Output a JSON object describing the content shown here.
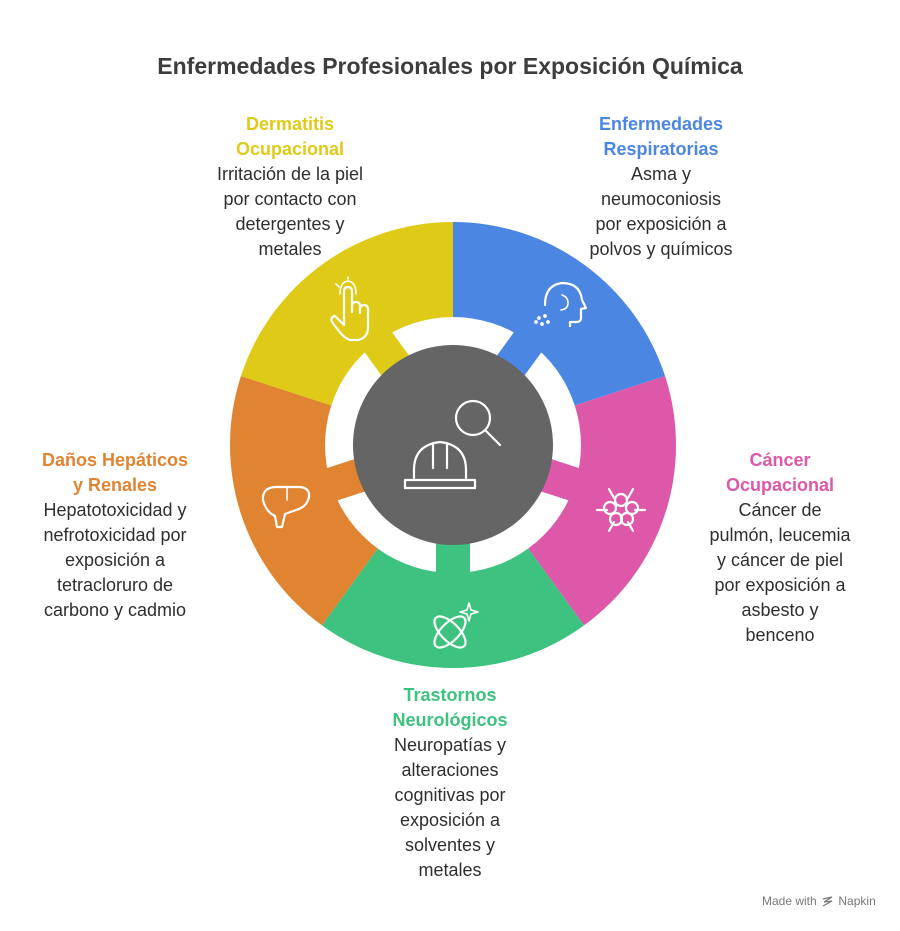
{
  "title": "Enfermedades Profesionales por Exposición Química",
  "colors": {
    "dermatitis": "#DFCB17",
    "respiratorias": "#4B86E2",
    "cancer": "#DD58A9",
    "neurologicos": "#3DC27F",
    "hepaticos": "#E08432",
    "center": "#656565"
  },
  "center": {
    "icons": [
      "magnifier-icon",
      "hard-hat-icon"
    ]
  },
  "segments": [
    {
      "key": "dermatitis",
      "icon": "finger-touch-icon",
      "heading": [
        "Dermatitis",
        "Ocupacional"
      ],
      "description": [
        "Irritación de la piel",
        "por contacto con",
        "detergentes y",
        "metales"
      ]
    },
    {
      "key": "respiratorias",
      "icon": "breathing-head-icon",
      "heading": [
        "Enfermedades",
        "Respiratorias"
      ],
      "description": [
        "Asma y",
        "neumoconiosis",
        "por exposición a",
        "polvos y químicos"
      ]
    },
    {
      "key": "cancer",
      "icon": "cell-cluster-icon",
      "heading": [
        "Cáncer",
        "Ocupacional"
      ],
      "description": [
        "Cáncer de",
        "pulmón, leucemia",
        "y cáncer de piel",
        "por exposición a",
        "asbesto y",
        "benceno"
      ]
    },
    {
      "key": "neurologicos",
      "icon": "neuron-sparkle-icon",
      "heading": [
        "Trastornos",
        "Neurológicos"
      ],
      "description": [
        "Neuropatías y",
        "alteraciones",
        "cognitivas por",
        "exposición a",
        "solventes y",
        "metales"
      ]
    },
    {
      "key": "hepaticos",
      "icon": "liver-icon",
      "heading": [
        "Daños Hepáticos",
        "y Renales"
      ],
      "description": [
        "Hepatotoxicidad y",
        "nefrotoxicidad por",
        "exposición a",
        "tetracloruro de",
        "carbono y cadmio"
      ]
    }
  ],
  "footer": {
    "made_with": "Made with",
    "brand": "Napkin"
  }
}
